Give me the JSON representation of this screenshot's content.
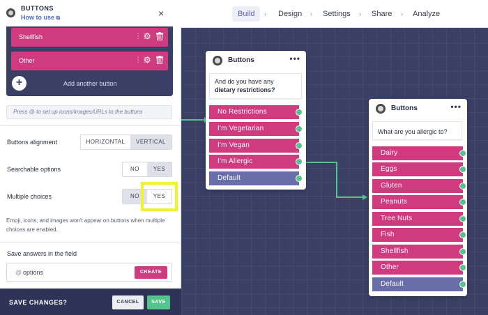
{
  "nav": {
    "tabs": [
      "Build",
      "Design",
      "Settings",
      "Share",
      "Analyze"
    ],
    "active": "Build",
    "separator": "›"
  },
  "panel": {
    "title": "BUTTONS",
    "how_to": "How to use",
    "close_icon": "×",
    "items": [
      {
        "label": "Shellfish"
      },
      {
        "label": "Other"
      }
    ],
    "add_button_label": "Add another button",
    "hint": "Press @ to set up icons/images/URLs to the buttons",
    "alignment": {
      "label": "Buttons alignment",
      "options": [
        "HORIZONTAL",
        "VERTICAL"
      ],
      "selected": "VERTICAL"
    },
    "searchable": {
      "label": "Searchable options",
      "options": [
        "NO",
        "YES"
      ],
      "selected": "YES"
    },
    "multiple": {
      "label": "Multiple choices",
      "options": [
        "NO",
        "YES"
      ],
      "selected": "NO"
    },
    "note": "Emoji, icons, and images won't appear on buttons when multiple choices are enabled.",
    "save_answers_label": "Save answers in the field",
    "field_prefix": "@",
    "field_value": "options",
    "create_label": "CREATE"
  },
  "footer": {
    "save_changes": "SAVE CHANGES?",
    "cancel": "CANCEL",
    "save": "SAVE"
  },
  "cards": {
    "first": {
      "title": "Buttons",
      "menu": "•••",
      "question_line1": "And do you have any",
      "question_line2": "dietary restrictions?",
      "options": [
        "No Restrictions",
        "I'm Vegetarian",
        "I'm Vegan",
        "I'm Allergic"
      ],
      "default": "Default"
    },
    "second": {
      "title": "Buttons",
      "menu": "•••",
      "question": "What are you allergic to?",
      "options": [
        "Dairy",
        "Eggs",
        "Gluten",
        "Peanuts",
        "Tree Nuts",
        "Fish",
        "Shellfish",
        "Other"
      ],
      "default": "Default"
    }
  },
  "colors": {
    "pink": "#cf3b7e",
    "default_purple": "#6a6ea8",
    "connector_green": "#52c48c",
    "canvas": "#3a3f66",
    "highlight": "#f4f230"
  }
}
